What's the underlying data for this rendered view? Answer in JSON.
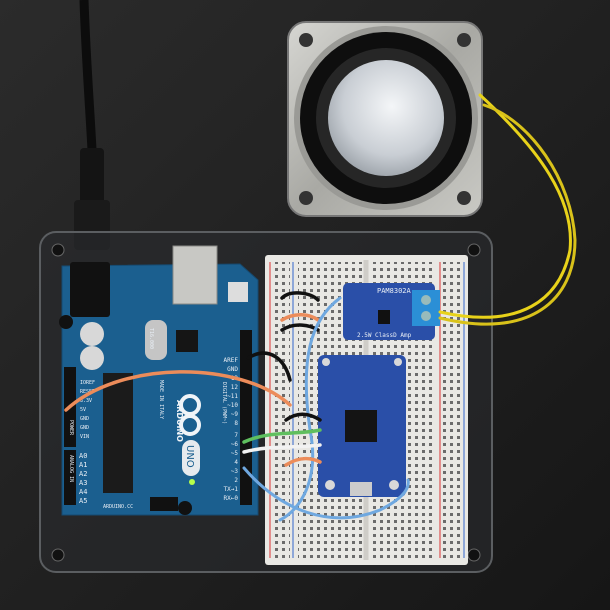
{
  "amp_board": {
    "title": "PAM8302A",
    "subtitle": "2.5W ClassD Amp"
  },
  "arduino": {
    "brand": "ARDUINO",
    "model": "UNO",
    "website": "ARDUINO.CC",
    "made_in": "MADE IN ITALY",
    "power_label": "POWER",
    "analog_label": "ANALOG IN",
    "digital_label": "DIGITAL (PWM~)",
    "power_pins": [
      "IOREF",
      "RESET",
      "3.3V",
      "5V",
      "GND",
      "GND",
      "VIN"
    ],
    "analog_pins": [
      "A0",
      "A1",
      "A2",
      "A3",
      "A4",
      "A5"
    ],
    "digital_pins": [
      "13",
      "12",
      "~11",
      "~10",
      "~9",
      "8",
      "7",
      "~6",
      "~5",
      "4",
      "~3",
      "2",
      "TX→1",
      "RX←0"
    ],
    "aref": "AREF",
    "gnd": "GND",
    "crystal": "T16.000"
  },
  "colors": {
    "background": "#1f1f1f",
    "arduino_blue": "#1b5f8f",
    "breakout_blue": "#2a4fa8",
    "breadboard": "#e9e8e4",
    "wire_yellow": "#e8d21a",
    "wire_orange": "#ec8c5a",
    "wire_blue": "#6fa8e0",
    "wire_green": "#5fbf5f"
  }
}
